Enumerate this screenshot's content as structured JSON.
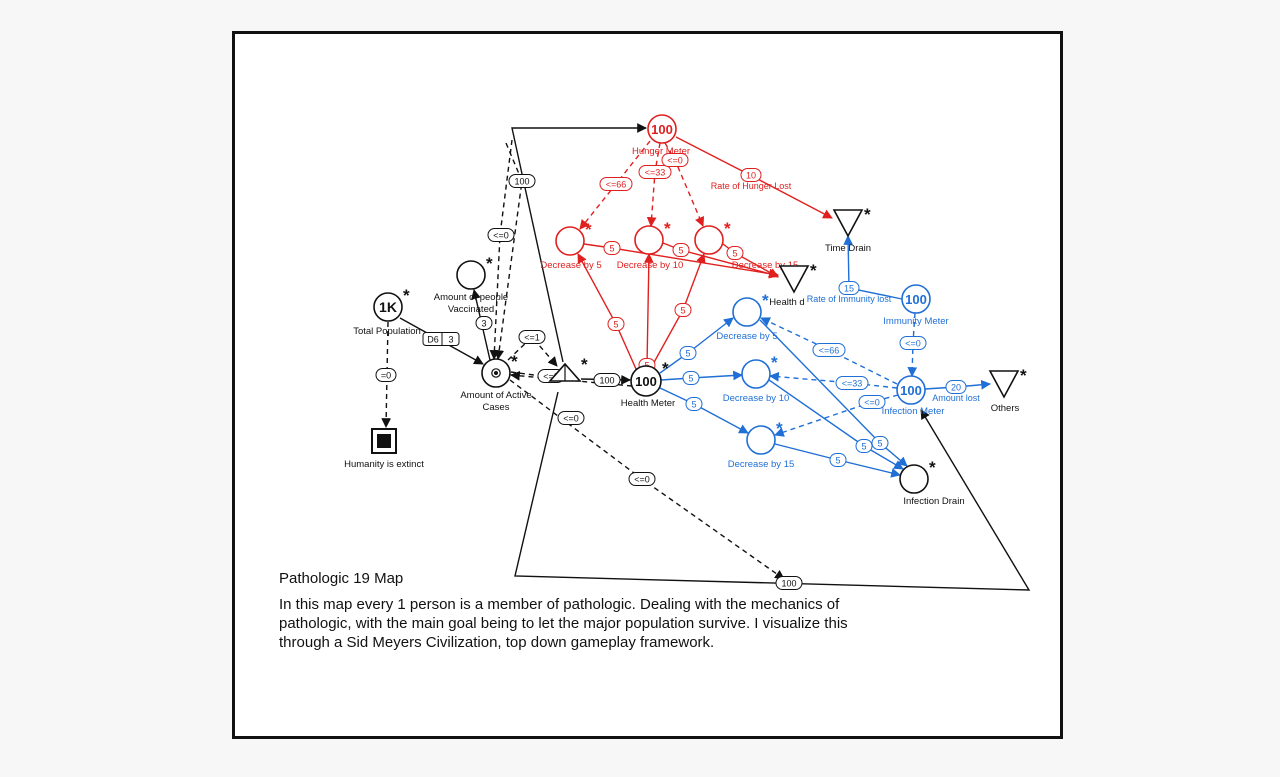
{
  "colors": {
    "black": "#111111",
    "red": "#e0201f",
    "blue": "#1f6fd6",
    "background": "#f7f7f7",
    "canvas": "#ffffff"
  },
  "text": {
    "title": "Pathologic 19 Map",
    "description": "In this map every 1 person is a member of pathologic. Dealing with the mechanics of pathologic, with the main goal being to let the major population survive. I visualize this through a Sid Meyers Civilization, top down gameplay framework."
  },
  "nodes": [
    {
      "id": "total-population",
      "kind": "pool",
      "value": "1K",
      "label": [
        "Total Population"
      ],
      "color": "black",
      "star": true
    },
    {
      "id": "people-vaccinated",
      "kind": "pool",
      "value": "",
      "label": [
        "Amount of people",
        "Vaccinated"
      ],
      "color": "black",
      "star": true
    },
    {
      "id": "active-cases",
      "kind": "pool-token",
      "value": "",
      "label": [
        "Amount of Active",
        "Cases"
      ],
      "color": "black",
      "star": true
    },
    {
      "id": "humanity-extinct",
      "kind": "end",
      "value": "",
      "label": [
        "Humanity is extinct"
      ],
      "color": "black",
      "star": false
    },
    {
      "id": "converter",
      "kind": "converter",
      "value": "",
      "label": [],
      "color": "black",
      "star": true
    },
    {
      "id": "health-meter",
      "kind": "pool",
      "value": "100",
      "label": [
        "Health Meter"
      ],
      "color": "black",
      "star": true
    },
    {
      "id": "hunger-meter",
      "kind": "pool",
      "value": "100",
      "label": [
        "Hunger Meter"
      ],
      "color": "red",
      "star": false
    },
    {
      "id": "hunger-decrease-5",
      "kind": "pool",
      "value": "",
      "label": [
        "Decrease by 5"
      ],
      "color": "red",
      "star": true
    },
    {
      "id": "hunger-decrease-10",
      "kind": "pool",
      "value": "",
      "label": [
        "Decrease by 10"
      ],
      "color": "red",
      "star": true
    },
    {
      "id": "hunger-decrease-15",
      "kind": "pool",
      "value": "",
      "label": [
        "Decrease by 15"
      ],
      "color": "red",
      "star": true
    },
    {
      "id": "time-drain",
      "kind": "drain",
      "value": "",
      "label": [
        "Time Drain"
      ],
      "color": "black",
      "star": true
    },
    {
      "id": "health-drain",
      "kind": "drain",
      "value": "",
      "label": [
        "Health d"
      ],
      "color": "black",
      "star": true
    },
    {
      "id": "immunity-meter",
      "kind": "pool",
      "value": "100",
      "label": [
        "Immunity Meter"
      ],
      "color": "blue",
      "star": false
    },
    {
      "id": "infection-meter",
      "kind": "pool",
      "value": "100",
      "label": [
        "Infection Meter"
      ],
      "color": "blue",
      "star": false
    },
    {
      "id": "infection-decrease-5",
      "kind": "pool",
      "value": "",
      "label": [
        "Decrease by 5"
      ],
      "color": "blue",
      "star": true
    },
    {
      "id": "infection-decrease-10",
      "kind": "pool",
      "value": "",
      "label": [
        "Decrease by 10"
      ],
      "color": "blue",
      "star": true
    },
    {
      "id": "infection-decrease-15",
      "kind": "pool",
      "value": "",
      "label": [
        "Decrease by 15"
      ],
      "color": "blue",
      "star": true
    },
    {
      "id": "others-drain",
      "kind": "drain",
      "value": "",
      "label": [
        "Others"
      ],
      "color": "black",
      "star": true
    },
    {
      "id": "infection-drain",
      "kind": "pool",
      "value": "",
      "label": [
        "Infection Drain"
      ],
      "color": "black",
      "star": true
    }
  ],
  "edges": [
    {
      "id": "pop-to-cases",
      "from": "total-population",
      "to": "active-cases",
      "style": "solid",
      "color": "black",
      "label": "D6",
      "label2": "3"
    },
    {
      "id": "pop-to-extinct",
      "from": "total-population",
      "to": "humanity-extinct",
      "style": "dashed",
      "color": "black",
      "label": "=0",
      "label2": ""
    },
    {
      "id": "cases-to-vaccinated",
      "from": "active-cases",
      "to": "people-vaccinated",
      "style": "solid",
      "color": "black",
      "label": "3",
      "label2": ""
    },
    {
      "id": "cases-to-converter",
      "from": "active-cases",
      "to": "converter",
      "style": "dashed",
      "color": "black",
      "label": "<=0",
      "label2": ""
    },
    {
      "id": "cases-to-converter-loop",
      "from": "active-cases",
      "to": "converter",
      "style": "dashed",
      "color": "black",
      "label": "<=1",
      "label2": ""
    },
    {
      "id": "health-to-cases",
      "from": "health-meter",
      "to": "active-cases",
      "style": "dashed",
      "color": "black",
      "label": "<=0",
      "label2": ""
    },
    {
      "id": "converter-to-health",
      "from": "converter",
      "to": "health-meter",
      "style": "solid",
      "color": "black",
      "label": "100",
      "label2": ""
    },
    {
      "id": "converter-to-hunger",
      "from": "converter",
      "to": "hunger-meter",
      "style": "solid",
      "color": "black",
      "label": "",
      "label2": ""
    },
    {
      "id": "hunger-to-cases-1",
      "from": "hunger-meter",
      "to": "active-cases",
      "style": "dashed",
      "color": "black",
      "label": "100",
      "label2": ""
    },
    {
      "id": "hunger-to-cases-2",
      "from": "hunger-meter",
      "to": "active-cases",
      "style": "dashed",
      "color": "black",
      "label": "<=0",
      "label2": ""
    },
    {
      "id": "converter-to-infection",
      "from": "converter",
      "to": "infection-meter",
      "style": "solid",
      "color": "black",
      "label": "100",
      "label2": ""
    },
    {
      "id": "cases-to-bottom",
      "from": "active-cases",
      "to": "infection-meter",
      "style": "dashed",
      "color": "black",
      "label": "<=0",
      "label2": ""
    },
    {
      "id": "hunger-to-d5",
      "from": "hunger-meter",
      "to": "hunger-decrease-5",
      "style": "dashed",
      "color": "red",
      "label": "<=66",
      "label2": ""
    },
    {
      "id": "hunger-to-d10",
      "from": "hunger-meter",
      "to": "hunger-decrease-10",
      "style": "dashed",
      "color": "red",
      "label": "<=33",
      "label2": ""
    },
    {
      "id": "hunger-to-d15",
      "from": "hunger-meter",
      "to": "hunger-decrease-15",
      "style": "dashed",
      "color": "red",
      "label": "<=0",
      "label2": ""
    },
    {
      "id": "hunger-to-time",
      "from": "hunger-meter",
      "to": "time-drain",
      "style": "solid",
      "color": "red",
      "label": "10",
      "label2": "Rate of Hunger Lost"
    },
    {
      "id": "hd5-to-drain",
      "from": "hunger-decrease-5",
      "to": "health-drain",
      "style": "solid",
      "color": "red",
      "label": "5",
      "label2": ""
    },
    {
      "id": "hd10-to-drain",
      "from": "hunger-decrease-10",
      "to": "health-drain",
      "style": "solid",
      "color": "red",
      "label": "5",
      "label2": ""
    },
    {
      "id": "hd15-to-drain",
      "from": "hunger-decrease-15",
      "to": "health-drain",
      "style": "solid",
      "color": "red",
      "label": "5",
      "label2": ""
    },
    {
      "id": "health-to-hd5",
      "from": "health-meter",
      "to": "hunger-decrease-5",
      "style": "solid",
      "color": "red",
      "label": "5",
      "label2": ""
    },
    {
      "id": "health-to-hd10",
      "from": "health-meter",
      "to": "hunger-decrease-10",
      "style": "solid",
      "color": "red",
      "label": "5",
      "label2": ""
    },
    {
      "id": "health-to-hd15",
      "from": "health-meter",
      "to": "hunger-decrease-15",
      "style": "solid",
      "color": "red",
      "label": "5",
      "label2": ""
    },
    {
      "id": "immunity-to-time",
      "from": "immunity-meter",
      "to": "time-drain",
      "style": "solid",
      "color": "blue",
      "label": "15",
      "label2": "Rate of Immunity lost"
    },
    {
      "id": "immunity-to-infection",
      "from": "immunity-meter",
      "to": "infection-meter",
      "style": "dashed",
      "color": "blue",
      "label": "<=0",
      "label2": ""
    },
    {
      "id": "infection-to-others",
      "from": "infection-meter",
      "to": "others-drain",
      "style": "solid",
      "color": "blue",
      "label": "20",
      "label2": "Amount lost"
    },
    {
      "id": "health-to-id5",
      "from": "health-meter",
      "to": "infection-decrease-5",
      "style": "solid",
      "color": "blue",
      "label": "5",
      "label2": ""
    },
    {
      "id": "health-to-id10",
      "from": "health-meter",
      "to": "infection-decrease-10",
      "style": "solid",
      "color": "blue",
      "label": "5",
      "label2": ""
    },
    {
      "id": "health-to-id15",
      "from": "health-meter",
      "to": "infection-decrease-15",
      "style": "solid",
      "color": "blue",
      "label": "5",
      "label2": ""
    },
    {
      "id": "infection-to-id5",
      "from": "infection-meter",
      "to": "infection-decrease-5",
      "style": "dashed",
      "color": "blue",
      "label": "<=66",
      "label2": ""
    },
    {
      "id": "infection-to-id10",
      "from": "infection-meter",
      "to": "infection-decrease-10",
      "style": "dashed",
      "color": "blue",
      "label": "<=33",
      "label2": ""
    },
    {
      "id": "infection-to-id15",
      "from": "infection-meter",
      "to": "infection-decrease-15",
      "style": "dashed",
      "color": "blue",
      "label": "<=0",
      "label2": ""
    },
    {
      "id": "id5-to-drain",
      "from": "infection-decrease-5",
      "to": "infection-drain",
      "style": "solid",
      "color": "blue",
      "label": "5",
      "label2": ""
    },
    {
      "id": "id10-to-drain",
      "from": "infection-decrease-10",
      "to": "infection-drain",
      "style": "solid",
      "color": "blue",
      "label": "5",
      "label2": ""
    },
    {
      "id": "id15-to-drain",
      "from": "infection-decrease-15",
      "to": "infection-drain",
      "style": "solid",
      "color": "blue",
      "label": "5",
      "label2": ""
    }
  ]
}
